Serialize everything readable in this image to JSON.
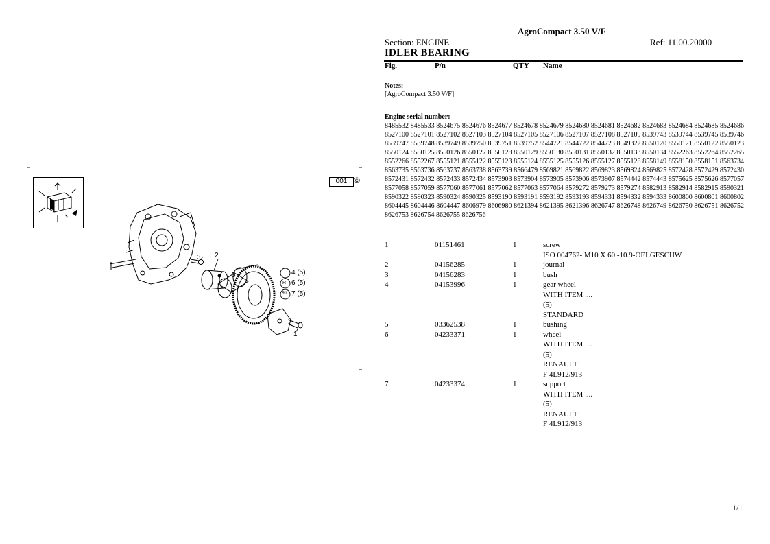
{
  "header": {
    "model": "AgroCompact 3.50 V/F",
    "section": "Section: ENGINE",
    "ref": "Ref: 11.00.20000",
    "title": "IDLER BEARING"
  },
  "columns": {
    "fig": "Fig.",
    "pn": "P/n",
    "qty": "QTY",
    "name": "Name"
  },
  "notes": {
    "label": "Notes:",
    "text": "[AgroCompact 3.50 V/F]"
  },
  "serial": {
    "label": "Engine serial number:",
    "text": "8485532 8485533 8524675 8524676 8524677 8524678 8524679 8524680 8524681 8524682 8524683 8524684 8524685 8524686 8527100 8527101 8527102 8527103 8527104 8527105 8527106 8527107 8527108 8527109 8539743 8539744 8539745 8539746 8539747 8539748 8539749 8539750 8539751 8539752 8544721 8544722 8544723 8549322 8550120 8550121 8550122 8550123 8550124 8550125 8550126 8550127 8550128 8550129 8550130 8550131 8550132 8550133 8550134 8552263 8552264 8552265 8552266 8552267 8555121 8555122 8555123 8555124 8555125 8555126 8555127 8555128 8558149 8558150 8558151 8563734 8563735 8563736 8563737 8563738 8563739 8566479 8569821 8569822 8569823 8569824 8569825 8572428 8572429 8572430 8572431 8572432 8572433 8572434 8573903 8573904 8573905 8573906 8573907 8574442 8574443 8575625 8575626 8577057 8577058 8577059 8577060 8577061 8577062 8577063 8577064 8579272 8579273 8579274 8582913 8582914 8582915 8590321 8590322 8590323 8590324 8590325 8593190 8593191 8593192 8593193 8594331 8594332 8594333 8600800 8600801 8600802 8604445 8604446 8604447 8606979 8606980 8621394 8621395 8621396 8626747 8626748 8626749 8626750 8626751 8626752 8626753 8626754 8626755 8626756"
  },
  "parts": [
    {
      "fig": "1",
      "pn": "01151461",
      "qty": "1",
      "name": [
        "screw",
        "ISO 004762- M10 X 60 -10.9-OELGESCHW"
      ]
    },
    {
      "fig": "2",
      "pn": "04156285",
      "qty": "1",
      "name": [
        "journal"
      ]
    },
    {
      "fig": "3",
      "pn": "04156283",
      "qty": "1",
      "name": [
        "bush"
      ]
    },
    {
      "fig": "4",
      "pn": "04153996",
      "qty": "1",
      "name": [
        "gear wheel",
        "WITH ITEM ....",
        "(5)",
        "STANDARD"
      ]
    },
    {
      "fig": "5",
      "pn": "03362538",
      "qty": "1",
      "name": [
        "bushing"
      ]
    },
    {
      "fig": "6",
      "pn": "04233371",
      "qty": "1",
      "name": [
        "wheel",
        "WITH ITEM ....",
        "(5)",
        "RENAULT",
        "F 4L912/913"
      ]
    },
    {
      "fig": "7",
      "pn": "04233374",
      "qty": "1",
      "name": [
        "support",
        "WITH ITEM ....",
        "(5)",
        "RENAULT",
        "F 4L912/913"
      ]
    }
  ],
  "figure": {
    "figure_number": "001",
    "copyright": "©",
    "callouts": [
      "1",
      "2",
      "3",
      "5"
    ],
    "legend": [
      "4 (5)",
      "6 (5)",
      "7 (5)"
    ],
    "legend_marker_6": "R",
    "legend_marker_7": "R1"
  },
  "footer": {
    "page": "1/1"
  }
}
